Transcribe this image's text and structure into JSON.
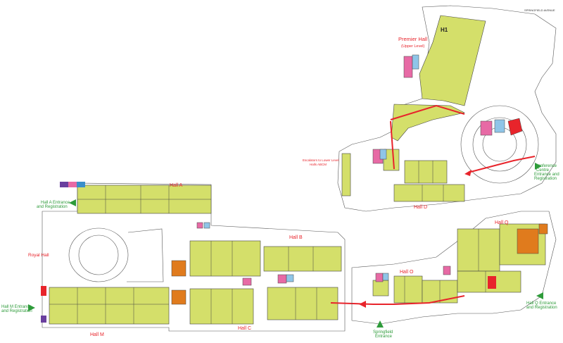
{
  "colors": {
    "hall": "#d4df6a",
    "route": "#e8242b",
    "entrance": "#2e9b3a",
    "restroom_female": "#e76aa5",
    "restroom_male": "#8fc5e8",
    "service": "#e07b1d",
    "outline": "#555555"
  },
  "labels": {
    "premier_hall": "Premier Hall",
    "premier_hall_sub": "(Upper Level)",
    "h1": "H1",
    "springfield_avenue": "SPRINGFIELD AVENUE",
    "hall_a": "Hall A",
    "hall_b": "Hall B",
    "hall_c": "Hall C",
    "hall_d": "Hall D",
    "hall_m": "Hall M",
    "hall_o": "Hall O",
    "hall_q": "Hall Q",
    "royal_hall": "Royal Hall",
    "escalators_line1": "Escalators to Lower Level",
    "escalators_line2": "Halls ABCM",
    "hall_a_entrance_1": "Hall A Entrance",
    "hall_a_entrance_2": "and Registration",
    "hall_m_entrance_1": "Hall M Entrance",
    "hall_m_entrance_2": "and Registration",
    "conference_1": "Conference",
    "conference_2": "Centre",
    "conference_3": "Entrance and",
    "conference_4": "Registration",
    "hall_q_entrance_1": "Hall Q Entrance",
    "hall_q_entrance_2": "and Registration",
    "springfield_entrance_1": "Springfield",
    "springfield_entrance_2": "Entrance"
  }
}
